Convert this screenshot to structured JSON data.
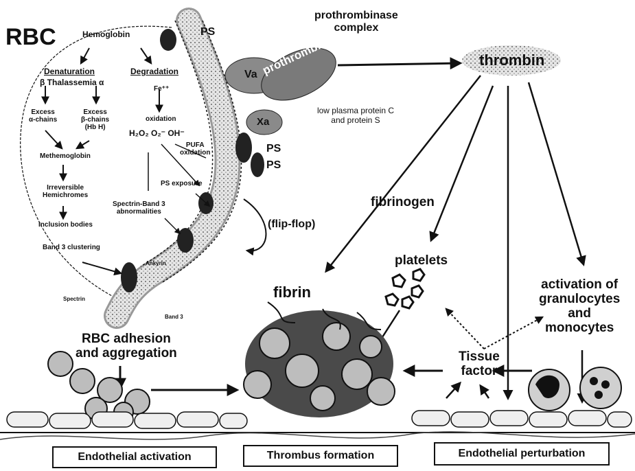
{
  "title": "RBC",
  "pathway": {
    "hemoglobin": "Hemoglobin",
    "denaturation": "Denaturation",
    "degradation": "Degradation",
    "thalassemia": "β Thalassemia α",
    "excess_alpha": "Excess\nα-chains",
    "excess_beta": "Excess\nβ-chains\n(Hb H)",
    "methemoglobin": "Methemoglobin",
    "irreversible": "Irreversible\nHemichromes",
    "inclusion": "Inclusion bodies",
    "band3_clustering": "Band 3 clustering",
    "fe": "Fe⁺⁺",
    "oxidation": "oxidation",
    "ros": "H₂O₂  O₂⁻  OH⁻",
    "pufa": "PUFA\noxidation",
    "ps_exposure": "PS exposure",
    "spectrin_band3": "Spectrin-Band 3\nabnormalities",
    "ankyrin": "Ankyrin",
    "spectrin": "Spectrin",
    "band3": "Band 3",
    "ps1": "PS",
    "ps2": "PS",
    "ps3": "PS",
    "flip_flop": "(flip-flop)"
  },
  "complex": {
    "prothrombinase": "prothrombinase\ncomplex",
    "va": "Va",
    "prothrombin": "prothrombin",
    "xa": "Xa",
    "low_protein": "low plasma protein C\nand protein S",
    "thrombin": "thrombin"
  },
  "effects": {
    "fibrinogen": "fibrinogen",
    "fibrin": "fibrin",
    "platelets": "platelets",
    "activation": "activation of\ngranulocytes\nand\nmonocytes",
    "tissue_factor": "Tissue\nfactor",
    "rbc_adhesion": "RBC adhesion\nand aggregation"
  },
  "footer": {
    "left": "Endothelial activation",
    "middle": "Thrombus  formation",
    "right": "Endothelial perturbation"
  },
  "colors": {
    "ink": "#111111",
    "bead": "#cfcfcf",
    "cell": "#bdbdbd"
  }
}
